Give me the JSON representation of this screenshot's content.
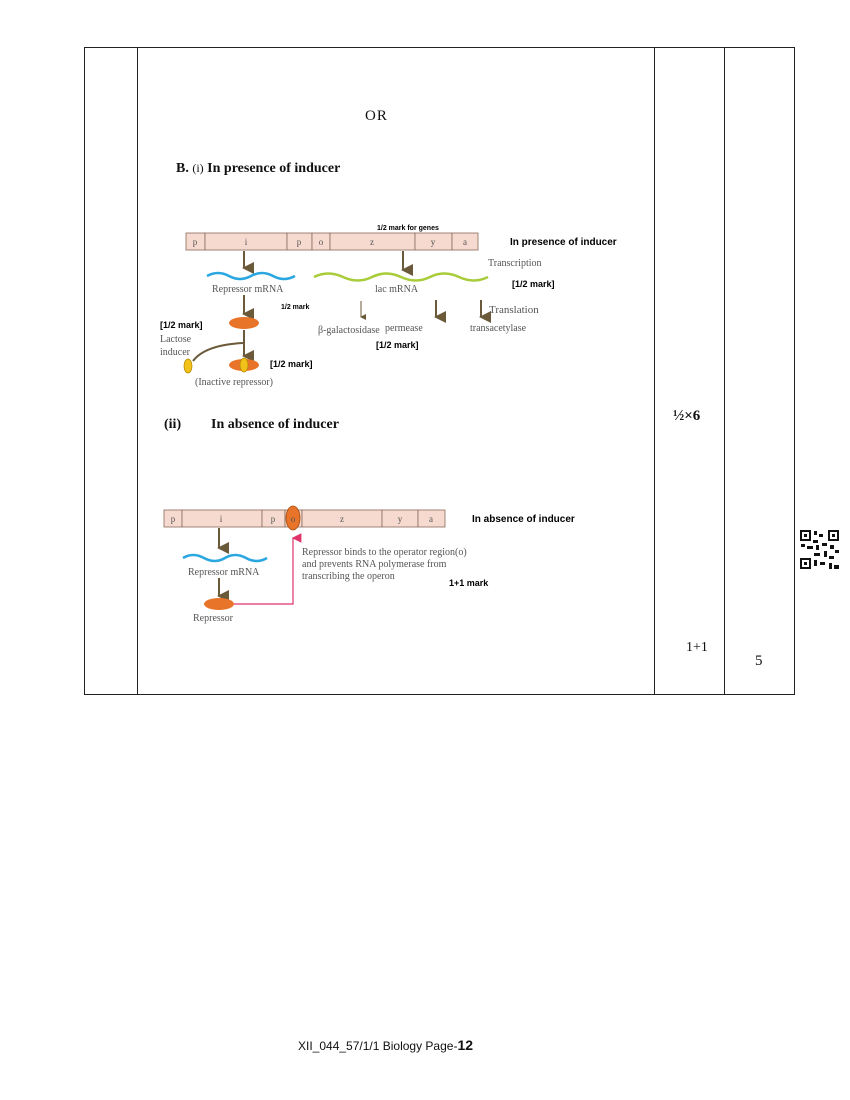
{
  "heading_or": "OR",
  "part_b": {
    "label": "B.",
    "sub": "(i)",
    "title": "In presence of inducer"
  },
  "part_ii": {
    "label": "(ii)",
    "title": "In absence of inducer"
  },
  "marks": {
    "half_times_six": "½×6",
    "one_plus_one": "1+1",
    "total": "5"
  },
  "diagram_presence": {
    "genes": [
      "p",
      "i",
      "p",
      "o",
      "z",
      "y",
      "a"
    ],
    "genes_mark": "1/2 mark for genes",
    "title": "In presence of inducer",
    "transcription": "Transcription",
    "transcription_mark": "[1/2 mark]",
    "repressor_mrna": "Repressor mRNA",
    "lac_mrna": "lac mRNA",
    "half_mark": "1/2 mark",
    "translation": "Translation",
    "repressor_mark": "[1/2 mark]",
    "lactose": "Lactose",
    "inducer": "inducer",
    "products": [
      "β-galactosidase",
      "permease",
      "transacetylase"
    ],
    "products_mark": "[1/2 mark]",
    "inactive_mark": "[1/2 mark]",
    "inactive_repressor": "(Inactive repressor)"
  },
  "diagram_absence": {
    "genes": [
      "p",
      "i",
      "p",
      "o",
      "z",
      "y",
      "a"
    ],
    "title": "In absence of inducer",
    "repressor_mrna": "Repressor mRNA",
    "repressor": "Repressor",
    "note_lines": [
      "Repressor binds to the operator region(o)",
      "and prevents RNA polymerase from",
      "transcribing the operon"
    ],
    "mark": "1+1 mark"
  },
  "footer": {
    "text": "XII_044_57/1/1 Biology  Page-",
    "page": "12"
  },
  "colors": {
    "gene_fill": "#f6d9cf",
    "repressor": "#e8742a",
    "inducer": "#f2c21a",
    "repressor_mrna": "#2aa7e0",
    "lac_mrna": "#a8cc3a",
    "pink_arrow": "#e0336a"
  }
}
